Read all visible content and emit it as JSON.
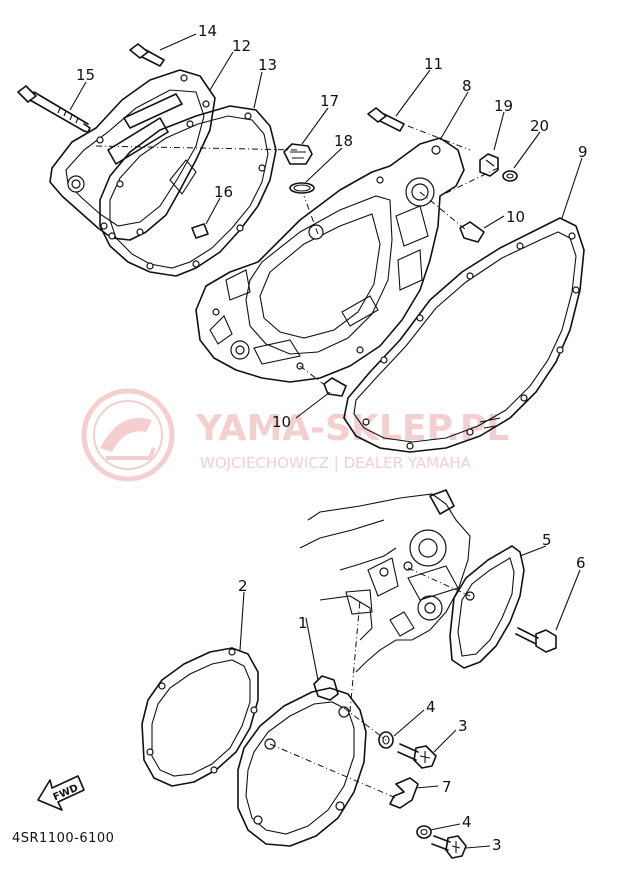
{
  "watermark": {
    "brand": "YAMA-SKLEP.PL",
    "subtitle": "WOJCIECHOWICZ | DEALER YAMAHA",
    "color": "#f2c4c4"
  },
  "diagram_code": "4SR1100-6100",
  "direction_label": "FWD",
  "callouts": {
    "c14": "14",
    "c12": "12",
    "c13": "13",
    "c15": "15",
    "c11": "11",
    "c8": "8",
    "c17": "17",
    "c18": "18",
    "c19": "19",
    "c20": "20",
    "c9": "9",
    "c16": "16",
    "c10a": "10",
    "c10b": "10",
    "c5": "5",
    "c6": "6",
    "c2": "2",
    "c1": "1",
    "c4a": "4",
    "c3a": "3",
    "c7": "7",
    "c4b": "4",
    "c3b": "3"
  }
}
